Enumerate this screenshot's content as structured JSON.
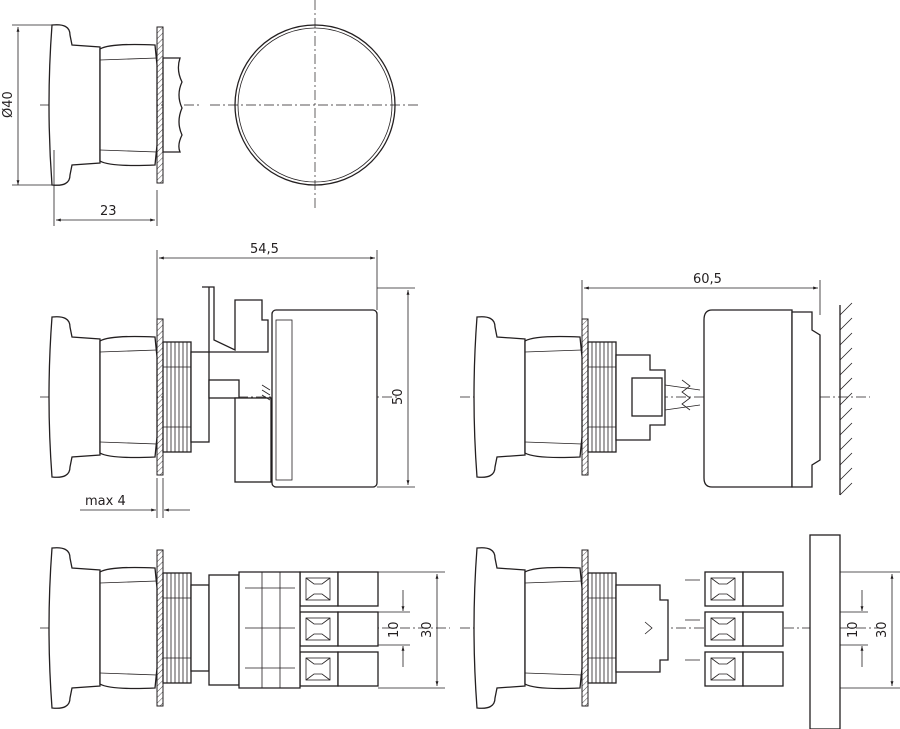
{
  "dimensions": {
    "diameter": "Ø40",
    "head_depth": "23",
    "length_a": "54,5",
    "height_a": "50",
    "panel_max": "max 4",
    "length_b": "60,5",
    "pitch_left": "10",
    "span_left": "30",
    "pitch_right": "10",
    "span_right": "30"
  },
  "colors": {
    "line": "#231f20",
    "background": "#ffffff"
  }
}
